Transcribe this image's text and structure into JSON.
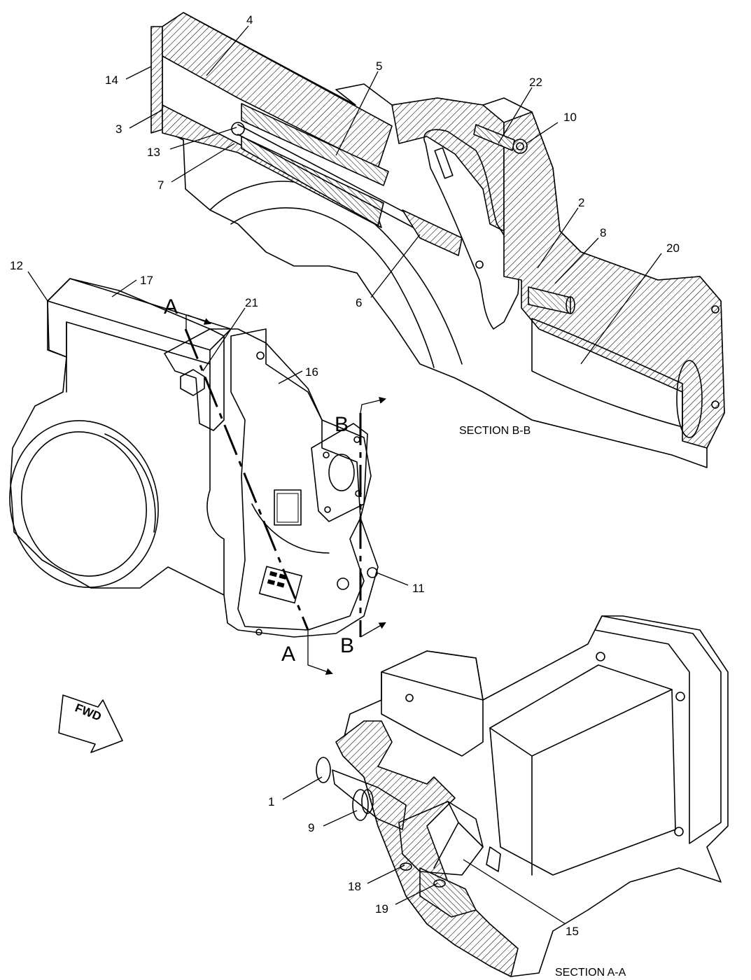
{
  "views": {
    "section_bb_caption": "SECTION B-B",
    "section_aa_caption": "SECTION A-A"
  },
  "cut_markers": {
    "a_top": "A",
    "a_bottom": "A",
    "b_top": "B",
    "b_bottom": "B"
  },
  "orientation": {
    "label": "FWD"
  },
  "callouts": {
    "c1": "1",
    "c2": "2",
    "c3": "3",
    "c4": "4",
    "c5": "5",
    "c6": "6",
    "c7": "7",
    "c8": "8",
    "c9": "9",
    "c10": "10",
    "c11": "11",
    "c12": "12",
    "c13": "13",
    "c14": "14",
    "c15": "15",
    "c16": "16",
    "c17": "17",
    "c18": "18",
    "c19": "19",
    "c20": "20",
    "c21": "21",
    "c22": "22"
  }
}
